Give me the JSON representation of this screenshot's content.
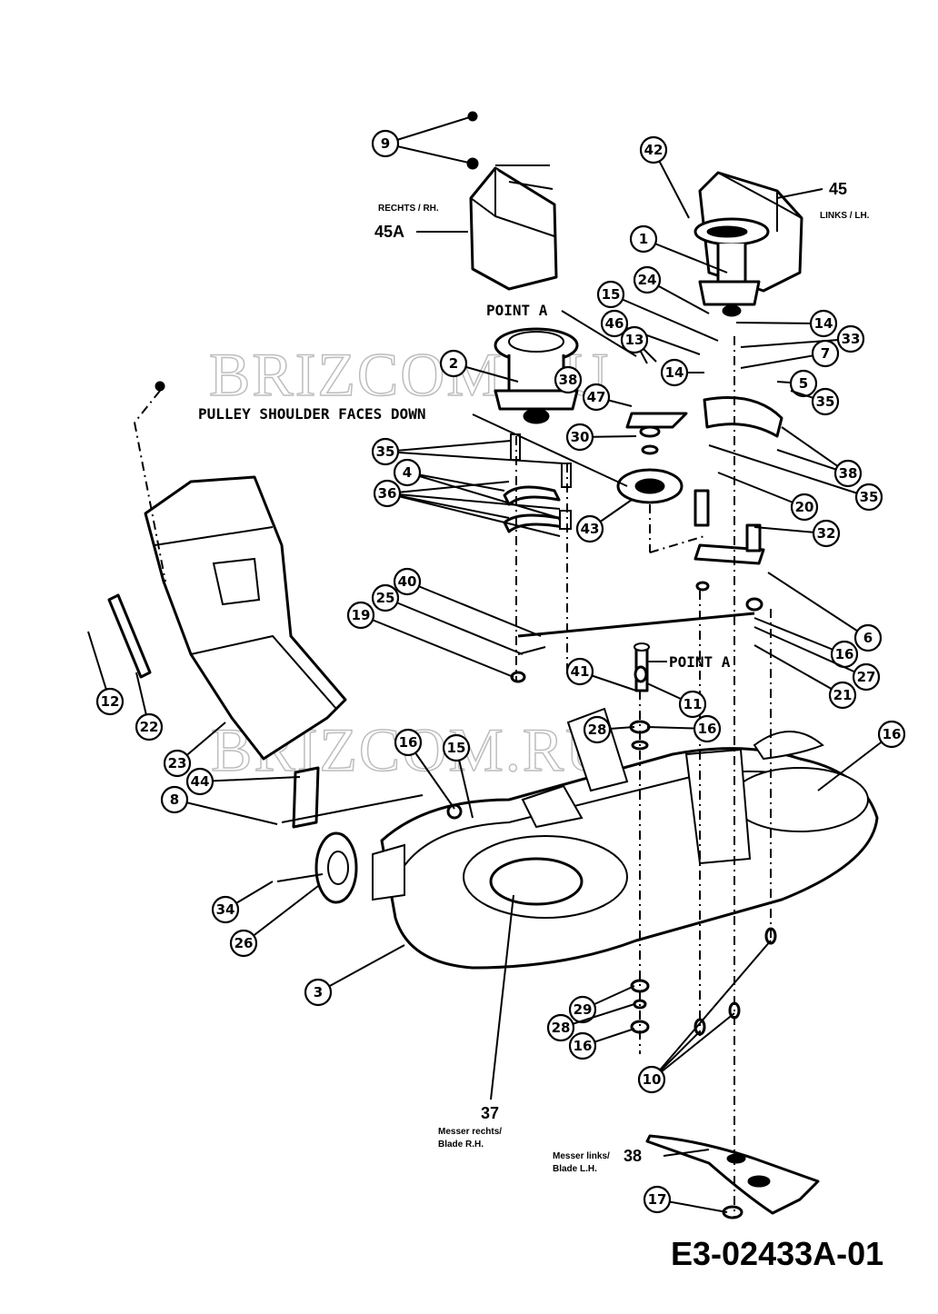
{
  "callouts": [
    "9",
    "42",
    "45",
    "45A",
    "1",
    "24",
    "15",
    "46",
    "13",
    "14",
    "33",
    "7",
    "14",
    "5",
    "35",
    "2",
    "38",
    "47",
    "30",
    "35",
    "4",
    "36",
    "43",
    "38",
    "20",
    "35",
    "32",
    "40",
    "25",
    "19",
    "6",
    "16",
    "27",
    "21",
    "41",
    "11",
    "12",
    "22",
    "23",
    "44",
    "8",
    "16",
    "15",
    "28",
    "16",
    "16",
    "34",
    "26",
    "3",
    "29",
    "28",
    "16",
    "10",
    "17",
    "37",
    "38"
  ],
  "labels": {
    "rechts": "RECHTS / RH.",
    "links": "LINKS / LH.",
    "point_a_top": "POINT A",
    "point_a_bottom": "POINT A",
    "pulley_note": "PULLEY SHOULDER FACES DOWN",
    "blade_rh_de": "Messer rechts/",
    "blade_rh_en": "Blade R.H.",
    "blade_lh_de": "Messer links/",
    "blade_lh_en": "Blade L.H."
  },
  "diagram_code": "E3-02433A-01",
  "watermark": "BRIZCOM.RU"
}
